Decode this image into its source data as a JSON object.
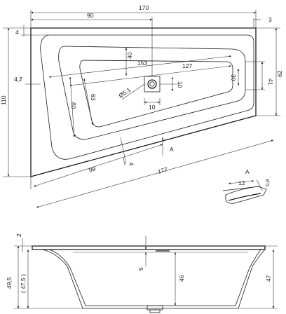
{
  "dimensions": {
    "top_overall": "170",
    "top_inner": "90",
    "top_right": "3",
    "left_small": "4",
    "left_height": "110",
    "left_offset": "4,2",
    "inner_153": "153",
    "inner_127": "127",
    "inner_40": "40",
    "inner_80": "80",
    "inner_63": "63",
    "inner_30": "30",
    "inner_41": "41",
    "inner_62": "62",
    "drain_10_v": "10",
    "drain_10_h": "10",
    "drain_diameter": "Ø5,1",
    "bottom_99": "99",
    "bottom_177": "177",
    "bottom_4": "4",
    "section_label": "A",
    "detail_label": "A",
    "detail_12": "12",
    "detail_08": "0,8",
    "side_2": "2",
    "side_495": "49,5",
    "side_475": "( 47,5 )",
    "side_5": "5",
    "side_46": "46",
    "side_47": "47"
  }
}
